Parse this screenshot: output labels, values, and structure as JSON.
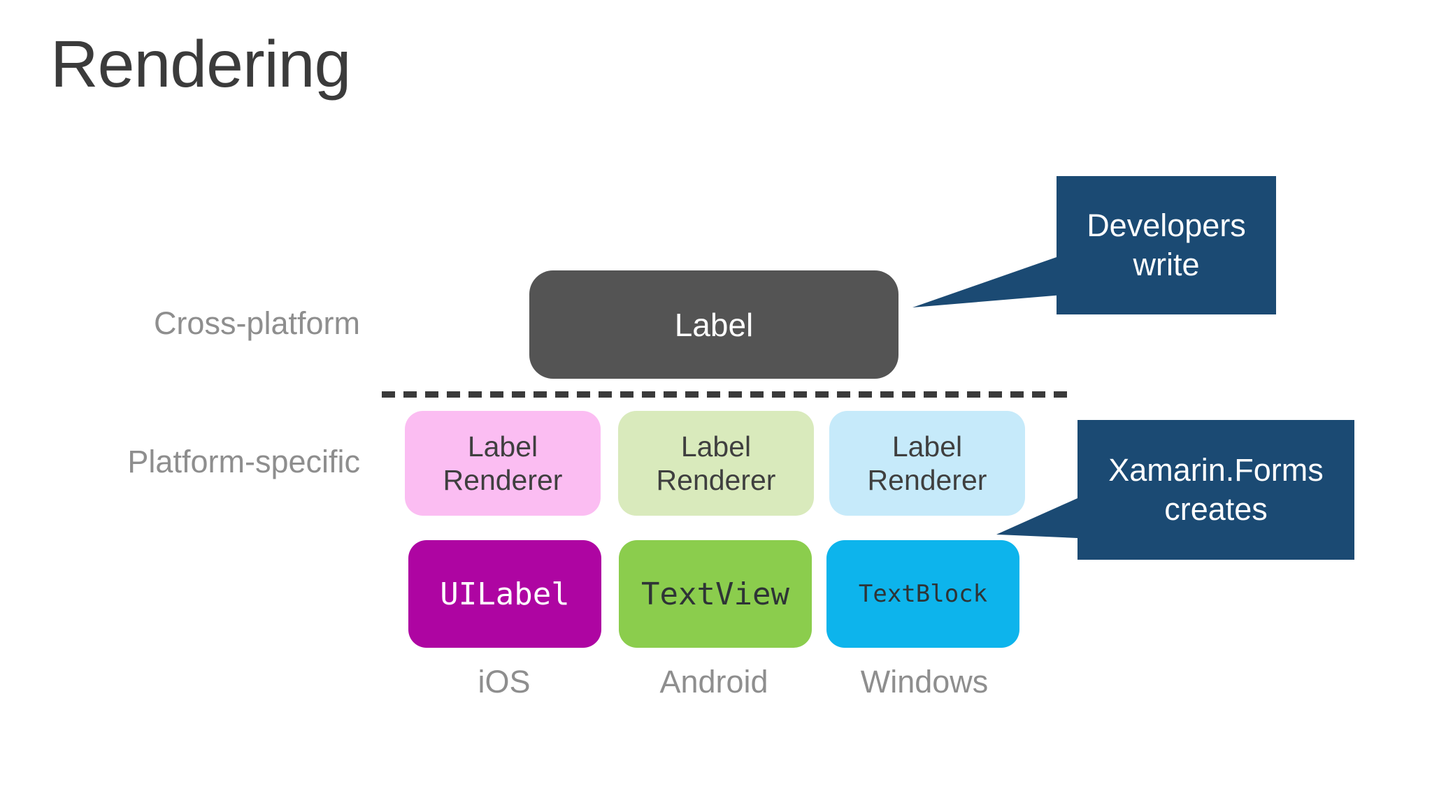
{
  "slide_title": "Rendering",
  "colors": {
    "navy": "#1b4a73",
    "gray_box": "#545454",
    "pink_pastel": "#fbbdf2",
    "green_pastel": "#d9eabc",
    "blue_pastel": "#c6eafa",
    "magenta": "#ae05a2",
    "green": "#8bcd4d",
    "blue": "#0db4ec"
  },
  "row_labels": {
    "cross_platform": "Cross-platform",
    "platform_specific": "Platform-specific"
  },
  "cross_platform_box": {
    "label": "Label"
  },
  "renderer_boxes": [
    {
      "label": "Label\nRenderer"
    },
    {
      "label": "Label\nRenderer"
    },
    {
      "label": "Label\nRenderer"
    }
  ],
  "native_boxes": [
    {
      "label": "UILabel"
    },
    {
      "label": "TextView"
    },
    {
      "label": "TextBlock"
    }
  ],
  "platform_labels": [
    "iOS",
    "Android",
    "Windows"
  ],
  "callouts": {
    "developers_write": "Developers\nwrite",
    "xamarin_creates": "Xamarin.Forms\ncreates"
  }
}
